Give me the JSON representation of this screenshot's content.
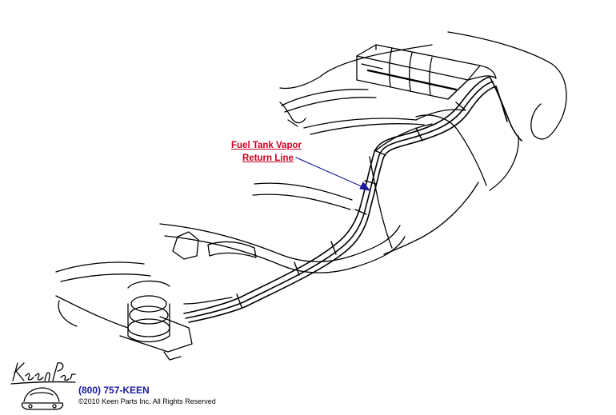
{
  "callout": {
    "line1": "Fuel Tank Vapor",
    "line2": "Return Line",
    "text_color": "#c8001e",
    "arrow_color": "#1a1a9a"
  },
  "footer": {
    "logo_icon": "keen-parts-logo-icon",
    "phone": "(800) 757-KEEN",
    "copyright": "©2010 Keen Parts Inc. All Rights Reserved",
    "phone_color": "#1a1a9a"
  }
}
